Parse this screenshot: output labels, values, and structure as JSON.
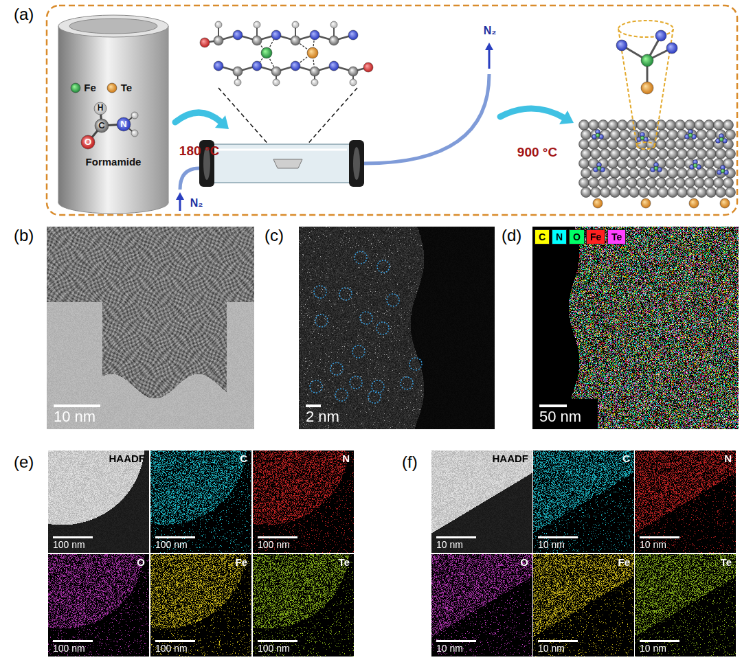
{
  "diagram": {
    "nodes": [
      {
        "text": [
          "(b)",
          "10 nm"
        ]
      },
      {
        "text": [
          "(c)",
          "2 nm"
        ]
      },
      {
        "text": [
          "(d)",
          "50 nm"
        ]
      },
      {
        "text": [
          "HAADF",
          "100 nm"
        ]
      },
      {
        "text": [
          "C",
          "100 nm"
        ]
      },
      {
        "text": [
          "N",
          "100 nm"
        ]
      },
      {
        "text": [
          "O",
          "100 nm"
        ]
      },
      {
        "text": [
          "Fe",
          "100 nm"
        ]
      },
      {
        "text": [
          "Te",
          "100 nm"
        ]
      },
      {
        "text": [
          "HAADF",
          "10 nm"
        ]
      },
      {
        "text": [
          "C",
          "10 nm"
        ]
      },
      {
        "text": [
          "N",
          "10 nm"
        ]
      },
      {
        "text": [
          "O",
          "10 nm"
        ]
      },
      {
        "text": [
          "Fe",
          "10 nm"
        ]
      },
      {
        "text": [
          "Te",
          "10 nm"
        ]
      }
    ],
    "labels": [
      "(a)",
      "Fe",
      "Te",
      "H",
      "C",
      "N",
      "O",
      "Formamide",
      "180 °C",
      "N₂",
      "N₂",
      "900 °C",
      "(e)",
      "(f)"
    ],
    "legend": [
      {
        "text": "C",
        "color": "#ffff00"
      },
      {
        "text": "N",
        "color": "#00ffff"
      },
      {
        "text": "O",
        "color": "#00ff66"
      },
      {
        "text": "Fe",
        "color": "#ff2020"
      },
      {
        "text": "Te",
        "color": "#ff40ff"
      }
    ]
  }
}
